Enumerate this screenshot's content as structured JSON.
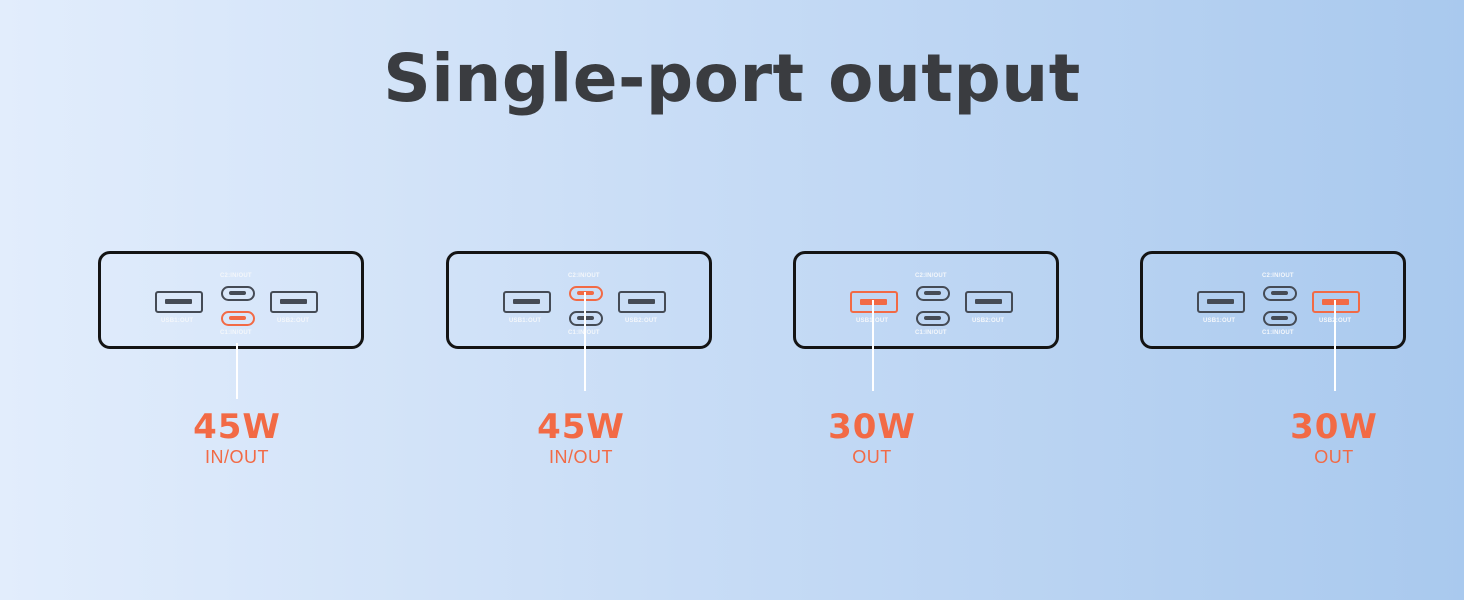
{
  "title": "Single-port output",
  "accent_color": "#f26a45",
  "port_labels": {
    "c2": "C2:IN/OUT",
    "c1": "C1:IN/OUT",
    "usb1": "USB1:OUT",
    "usb2": "USB2:OUT"
  },
  "cards": [
    {
      "active_port": "C1",
      "wattage": "45W",
      "mode": "IN/OUT"
    },
    {
      "active_port": "C2",
      "wattage": "45W",
      "mode": "IN/OUT"
    },
    {
      "active_port": "USB1",
      "wattage": "30W",
      "mode": "OUT"
    },
    {
      "active_port": "USB2",
      "wattage": "30W",
      "mode": "OUT"
    }
  ]
}
